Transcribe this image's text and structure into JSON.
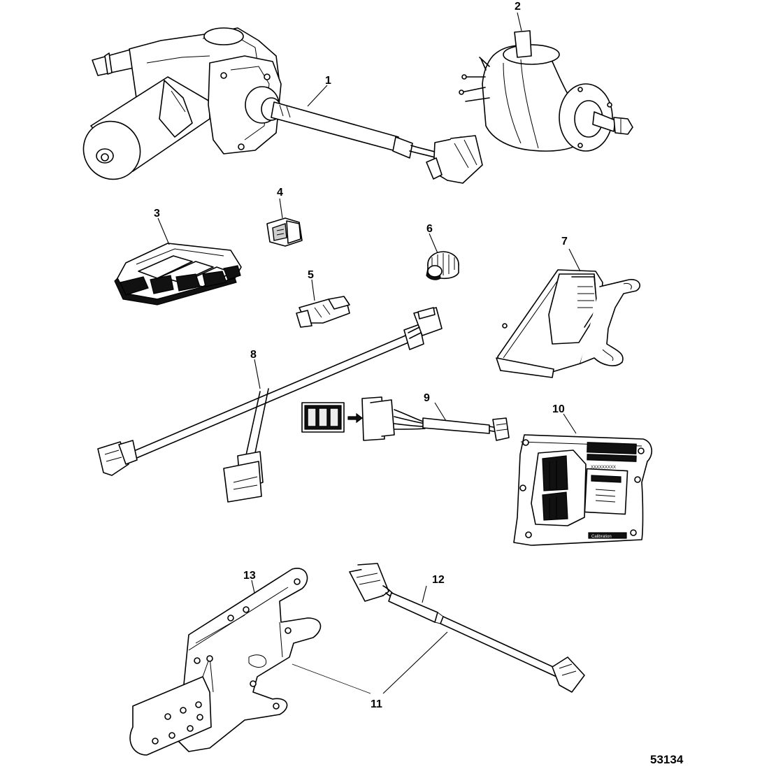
{
  "figure_number": "53134",
  "callouts": [
    {
      "id": "1",
      "label": "1"
    },
    {
      "id": "2",
      "label": "2"
    },
    {
      "id": "3",
      "label": "3"
    },
    {
      "id": "4",
      "label": "4"
    },
    {
      "id": "5",
      "label": "5"
    },
    {
      "id": "6",
      "label": "6"
    },
    {
      "id": "7",
      "label": "7"
    },
    {
      "id": "8",
      "label": "8"
    },
    {
      "id": "9",
      "label": "9"
    },
    {
      "id": "10",
      "label": "10"
    },
    {
      "id": "11",
      "label": "11"
    },
    {
      "id": "12",
      "label": "12"
    },
    {
      "id": "13",
      "label": "13"
    }
  ],
  "ecu_serial_text": "XXXXXXXXX",
  "ecu_bottom_label": "Calibration"
}
